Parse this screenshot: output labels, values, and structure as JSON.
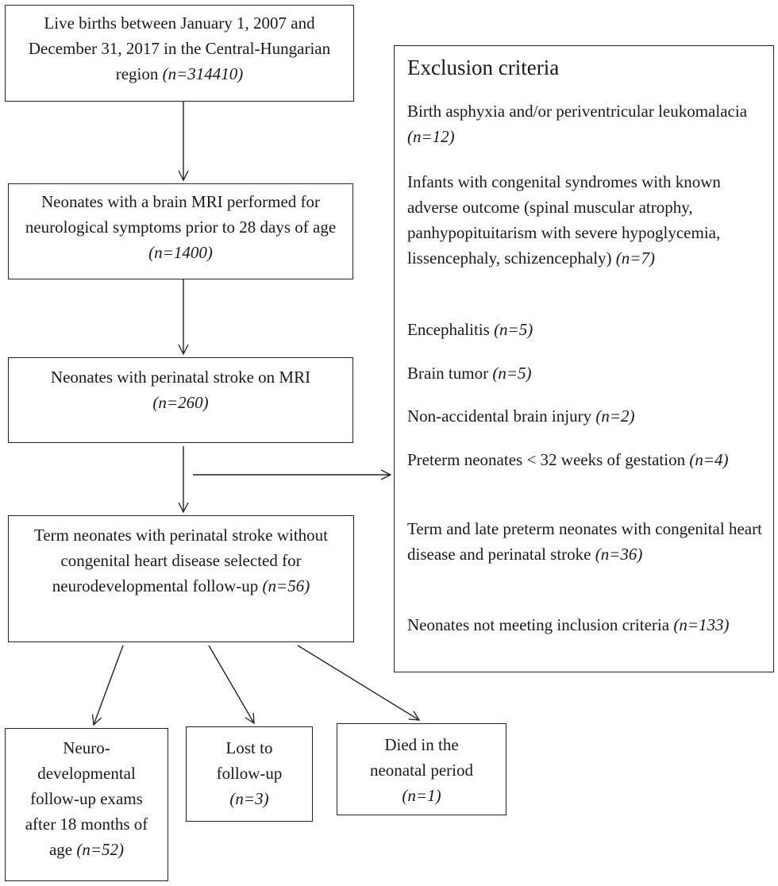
{
  "boxes": {
    "live_births": {
      "text": "Live births between January 1, 2007 and December 31, 2017 in the Central-Hungarian region",
      "n": "(n=314410)"
    },
    "mri": {
      "text": "Neonates with a brain MRI performed for neurological symptoms prior to 28 days of age",
      "n": "(n=1400)"
    },
    "stroke": {
      "text": "Neonates with perinatal stroke on MRI",
      "n": "(n=260)"
    },
    "term": {
      "text": "Term neonates with perinatal stroke without congenital heart disease selected for neurodevelopmental follow-up",
      "n": "(n=56)"
    },
    "followup": {
      "text": "Neuro-developmental follow-up exams after 18 months of age",
      "n": "(n=52)"
    },
    "lost": {
      "text": "Lost to follow-up",
      "n": "(n=3)"
    },
    "died": {
      "text": "Died in the neonatal period",
      "n": "(n=1)"
    }
  },
  "exclusion": {
    "title": "Exclusion criteria",
    "items": [
      {
        "text": "Birth asphyxia and/or periventricular leukomalacia",
        "n": "(n=12)"
      },
      {
        "text": "Infants with congenital syndromes with known adverse outcome (spinal muscular atrophy, panhypopituitarism with severe hypoglycemia, lissencephaly, schizencephaly)",
        "n": "(n=7)"
      },
      {
        "text": "Encephalitis",
        "n": "(n=5)"
      },
      {
        "text": "Brain tumor",
        "n": "(n=5)"
      },
      {
        "text": "Non-accidental brain injury",
        "n": "(n=2)"
      },
      {
        "text": "Preterm neonates < 32 weeks of gestation",
        "n": "(n=4)"
      },
      {
        "text": "Term and late preterm neonates with congenital heart disease and perinatal stroke",
        "n": "(n=36)"
      },
      {
        "text": "Neonates not meeting inclusion criteria",
        "n": "(n=133)"
      }
    ]
  }
}
